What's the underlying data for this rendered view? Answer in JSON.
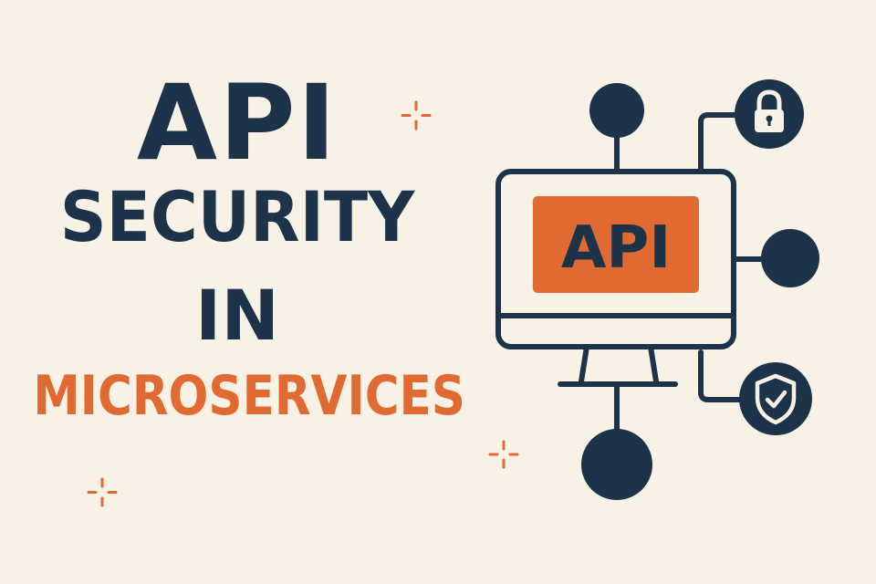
{
  "title": {
    "line1": "API",
    "line2": "SECURITY",
    "line3": "IN",
    "line4": "MICROSERVICES"
  },
  "monitor": {
    "screen_label": "API"
  },
  "icons": {
    "lock": "lock-icon",
    "shield": "shield-check-icon",
    "sparkle": "sparkle-icon"
  },
  "colors": {
    "background": "#f8f2e6",
    "navy": "#1c3349",
    "orange": "#e06a32"
  }
}
